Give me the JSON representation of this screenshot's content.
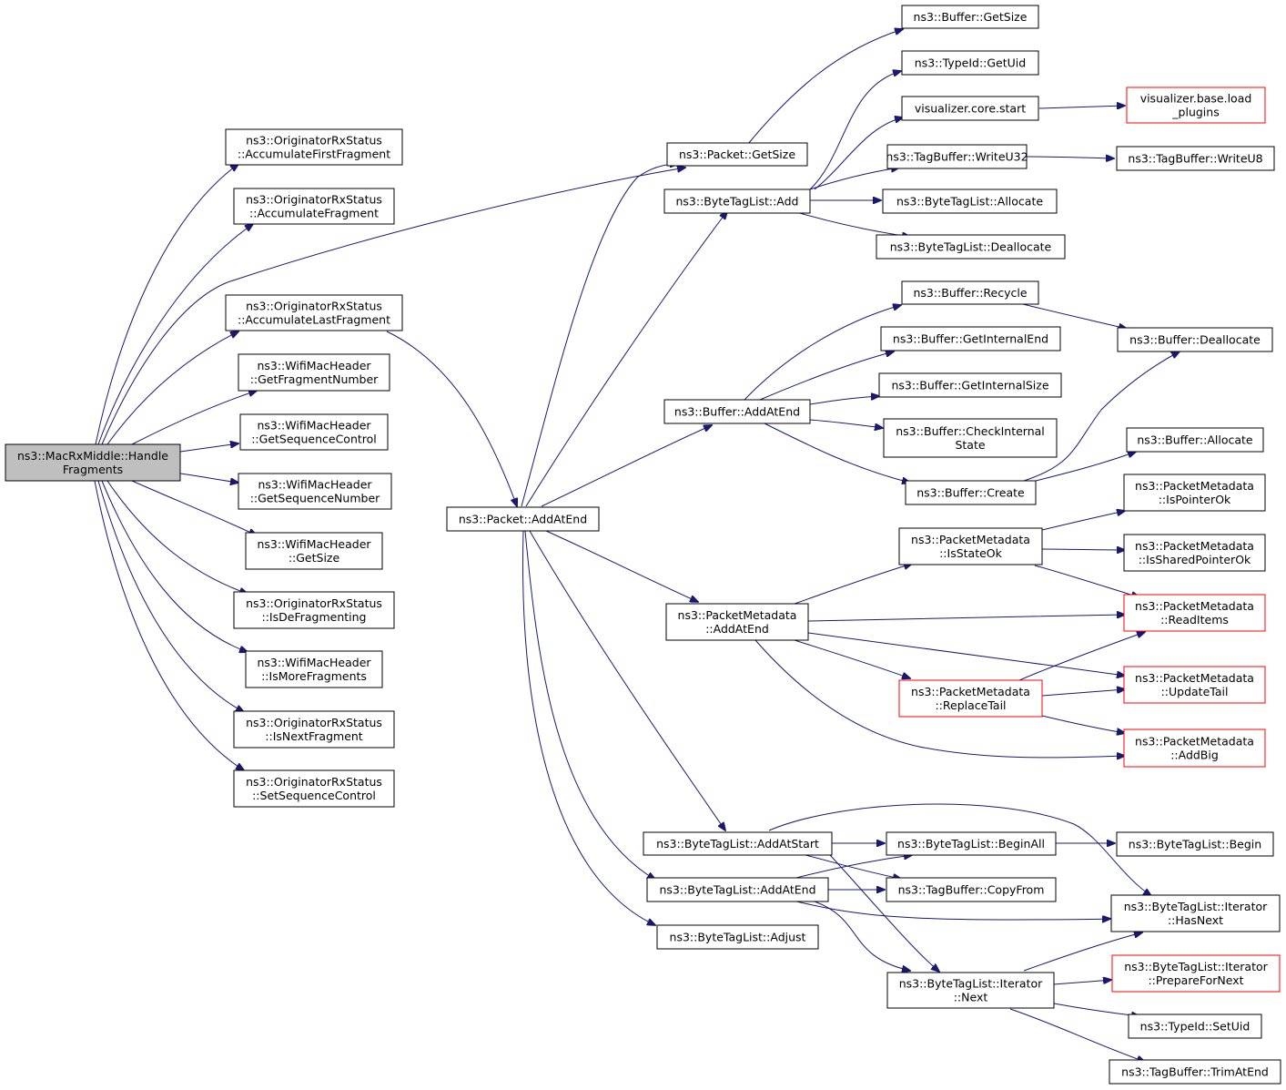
{
  "colors": {
    "edge": "#191970",
    "root_fill": "#bfbfbf",
    "missing_border": "#ff0000",
    "node_border": "#000000"
  },
  "nodes": {
    "root": [
      "ns3::MacRxMiddle::Handle",
      "Fragments"
    ],
    "acc_first": [
      "ns3::OriginatorRxStatus",
      "::AccumulateFirstFragment"
    ],
    "acc_frag": [
      "ns3::OriginatorRxStatus",
      "::AccumulateFragment"
    ],
    "acc_last": [
      "ns3::OriginatorRxStatus",
      "::AccumulateLastFragment"
    ],
    "get_frag_num": [
      "ns3::WifiMacHeader",
      "::GetFragmentNumber"
    ],
    "get_seq_ctrl": [
      "ns3::WifiMacHeader",
      "::GetSequenceControl"
    ],
    "get_seq_num": [
      "ns3::WifiMacHeader",
      "::GetSequenceNumber"
    ],
    "hdr_get_size": [
      "ns3::WifiMacHeader",
      "::GetSize"
    ],
    "is_defrag": [
      "ns3::OriginatorRxStatus",
      "::IsDeFragmenting"
    ],
    "is_more_frag": [
      "ns3::WifiMacHeader",
      "::IsMoreFragments"
    ],
    "is_next_frag": [
      "ns3::OriginatorRxStatus",
      "::IsNextFragment"
    ],
    "set_seq_ctrl": [
      "ns3::OriginatorRxStatus",
      "::SetSequenceControl"
    ],
    "pkt_add_at_end": [
      "ns3::Packet::AddAtEnd"
    ],
    "pkt_get_size": [
      "ns3::Packet::GetSize"
    ],
    "btl_add": [
      "ns3::ByteTagList::Add"
    ],
    "buf_get_size": [
      "ns3::Buffer::GetSize"
    ],
    "typeid_get_uid": [
      "ns3::TypeId::GetUid"
    ],
    "vis_core_start": [
      "visualizer.core.start"
    ],
    "vis_load_plugins": [
      "visualizer.base.load",
      "_plugins"
    ],
    "tb_write_u32": [
      "ns3::TagBuffer::WriteU32"
    ],
    "tb_write_u8": [
      "ns3::TagBuffer::WriteU8"
    ],
    "btl_allocate": [
      "ns3::ByteTagList::Allocate"
    ],
    "btl_deallocate": [
      "ns3::ByteTagList::Deallocate"
    ],
    "buf_add_at_end": [
      "ns3::Buffer::AddAtEnd"
    ],
    "buf_recycle": [
      "ns3::Buffer::Recycle"
    ],
    "buf_deallocate": [
      "ns3::Buffer::Deallocate"
    ],
    "buf_internal_end": [
      "ns3::Buffer::GetInternalEnd"
    ],
    "buf_internal_size": [
      "ns3::Buffer::GetInternalSize"
    ],
    "buf_check_state": [
      "ns3::Buffer::CheckInternal",
      "State"
    ],
    "buf_allocate": [
      "ns3::Buffer::Allocate"
    ],
    "buf_create": [
      "ns3::Buffer::Create"
    ],
    "pm_add_at_end": [
      "ns3::PacketMetadata",
      "::AddAtEnd"
    ],
    "pm_is_state_ok": [
      "ns3::PacketMetadata",
      "::IsStateOk"
    ],
    "pm_is_pointer_ok": [
      "ns3::PacketMetadata",
      "::IsPointerOk"
    ],
    "pm_is_shared_ptr_ok": [
      "ns3::PacketMetadata",
      "::IsSharedPointerOk"
    ],
    "pm_read_items": [
      "ns3::PacketMetadata",
      "::ReadItems"
    ],
    "pm_replace_tail": [
      "ns3::PacketMetadata",
      "::ReplaceTail"
    ],
    "pm_update_tail": [
      "ns3::PacketMetadata",
      "::UpdateTail"
    ],
    "pm_add_big": [
      "ns3::PacketMetadata",
      "::AddBig"
    ],
    "btl_add_at_start": [
      "ns3::ByteTagList::AddAtStart"
    ],
    "btl_add_at_end": [
      "ns3::ByteTagList::AddAtEnd"
    ],
    "btl_adjust": [
      "ns3::ByteTagList::Adjust"
    ],
    "btl_begin_all": [
      "ns3::ByteTagList::BeginAll"
    ],
    "btl_begin": [
      "ns3::ByteTagList::Begin"
    ],
    "tb_copy_from": [
      "ns3::TagBuffer::CopyFrom"
    ],
    "it_has_next": [
      "ns3::ByteTagList::Iterator",
      "::HasNext"
    ],
    "it_prepare": [
      "ns3::ByteTagList::Iterator",
      "::PrepareForNext"
    ],
    "it_next": [
      "ns3::ByteTagList::Iterator",
      "::Next"
    ],
    "typeid_set_uid": [
      "ns3::TypeId::SetUid"
    ],
    "tb_trim_at_end": [
      "ns3::TagBuffer::TrimAtEnd"
    ]
  }
}
